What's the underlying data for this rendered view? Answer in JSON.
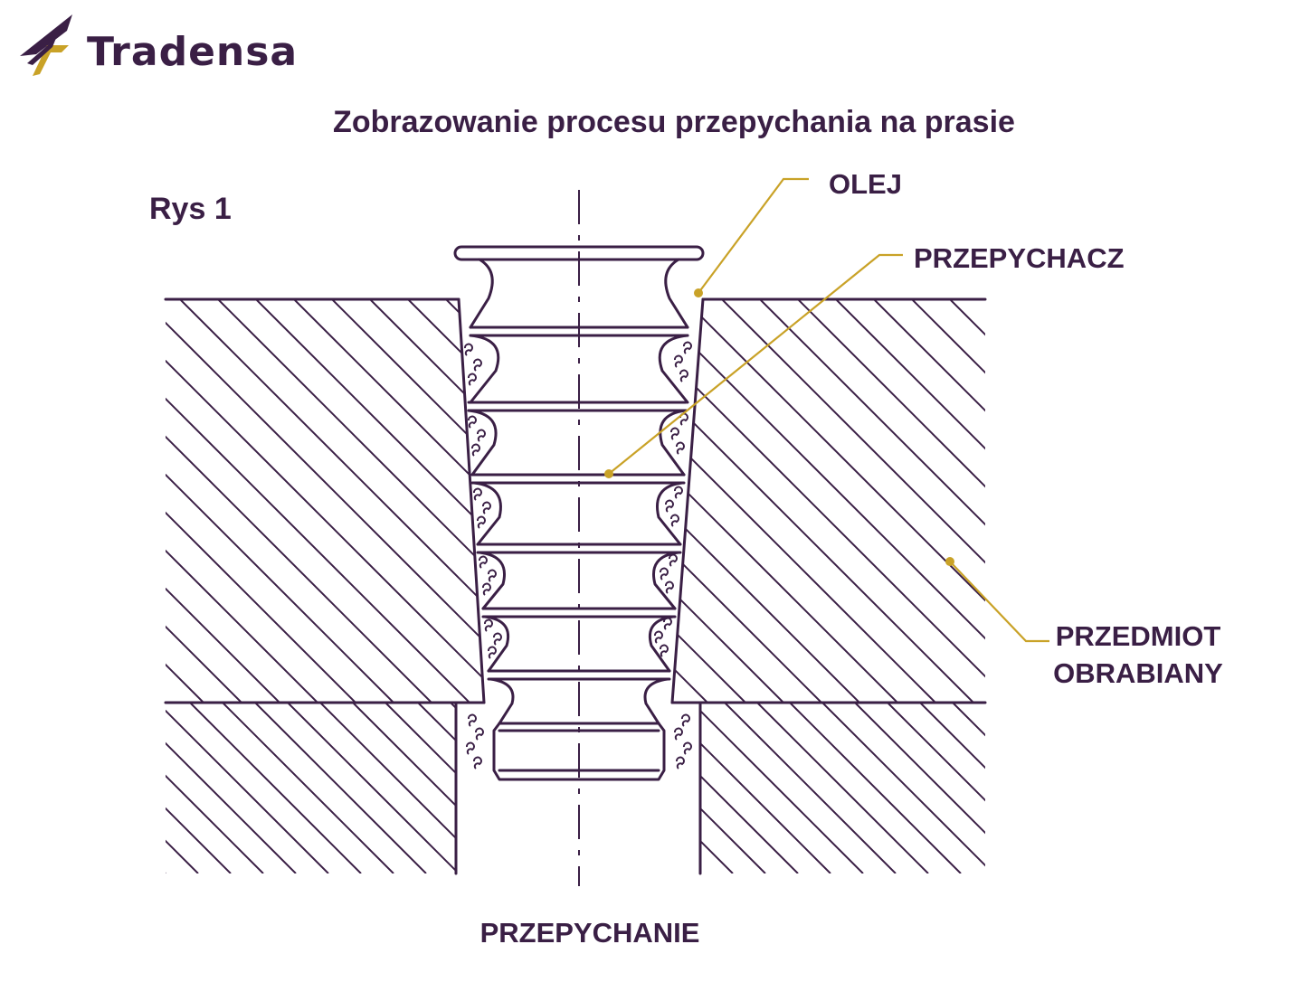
{
  "brand": {
    "name": "Tradensa",
    "accent_color": "#c9a227",
    "ink_color": "#3a1f45"
  },
  "title": "Zobrazowanie procesu przepychania na prasie",
  "figure_label": "Rys 1",
  "labels": {
    "oil": "OLEJ",
    "pusher": "PRZEPYCHACZ",
    "workpiece_line1": "PRZEDMIOT",
    "workpiece_line2": "OBRABIANY",
    "caption": "PRZEPYCHANIE"
  },
  "icons": [
    "tradensa-logo-icon"
  ]
}
